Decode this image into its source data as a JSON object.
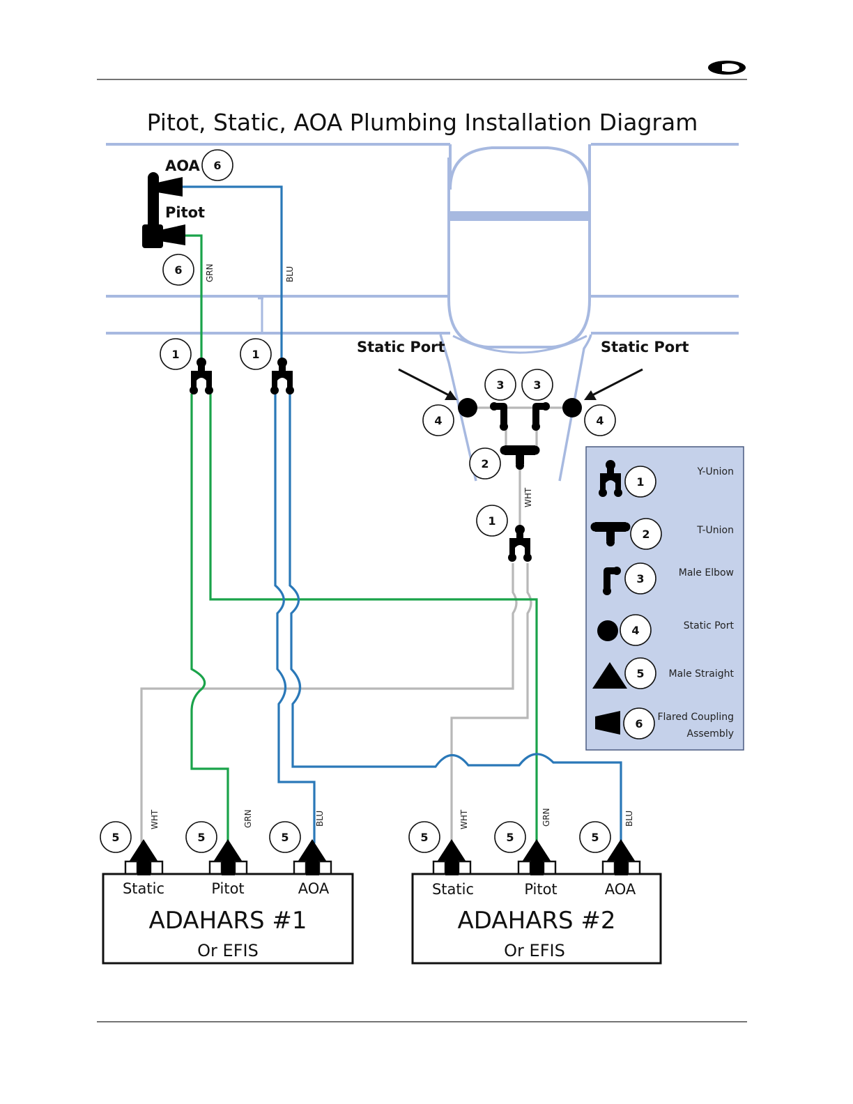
{
  "header": {
    "logo": "brand-logo-icon"
  },
  "title": "Pitot, Static, AOA Plumbing Installation Diagram",
  "labels": {
    "aoa": "AOA",
    "pitot": "Pitot",
    "static_port_left": "Static Port",
    "static_port_right": "Static Port"
  },
  "wire_labels": {
    "grn": "GRN",
    "blu": "BLU",
    "wht": "WHT"
  },
  "callouts": {
    "one": "1",
    "two": "2",
    "three": "3",
    "four": "4",
    "five": "5",
    "six": "6"
  },
  "units": [
    {
      "name": "ADAHARS #1",
      "sub": "Or EFIS",
      "ports": [
        "Static",
        "Pitot",
        "AOA"
      ]
    },
    {
      "name": "ADAHARS #2",
      "sub": "Or EFIS",
      "ports": [
        "Static",
        "Pitot",
        "AOA"
      ]
    }
  ],
  "legend": [
    {
      "num": "1",
      "label": "Y-Union",
      "icon": "y-union-icon"
    },
    {
      "num": "2",
      "label": "T-Union",
      "icon": "t-union-icon"
    },
    {
      "num": "3",
      "label": "Male Elbow",
      "icon": "male-elbow-icon"
    },
    {
      "num": "4",
      "label": "Static Port",
      "icon": "static-port-icon"
    },
    {
      "num": "5",
      "label": "Male Straight",
      "icon": "male-straight-icon"
    },
    {
      "num": "6",
      "label_line1": "Flared Coupling",
      "label_line2": "Assembly",
      "icon": "flared-coupling-icon"
    }
  ],
  "colors": {
    "green": "#1aa34a",
    "blue": "#2a78b8",
    "gray": "#b8b8b8",
    "aircraft": "#a7b9e0",
    "legend_bg": "#c5d1ea",
    "legend_border": "#4a5a80"
  }
}
